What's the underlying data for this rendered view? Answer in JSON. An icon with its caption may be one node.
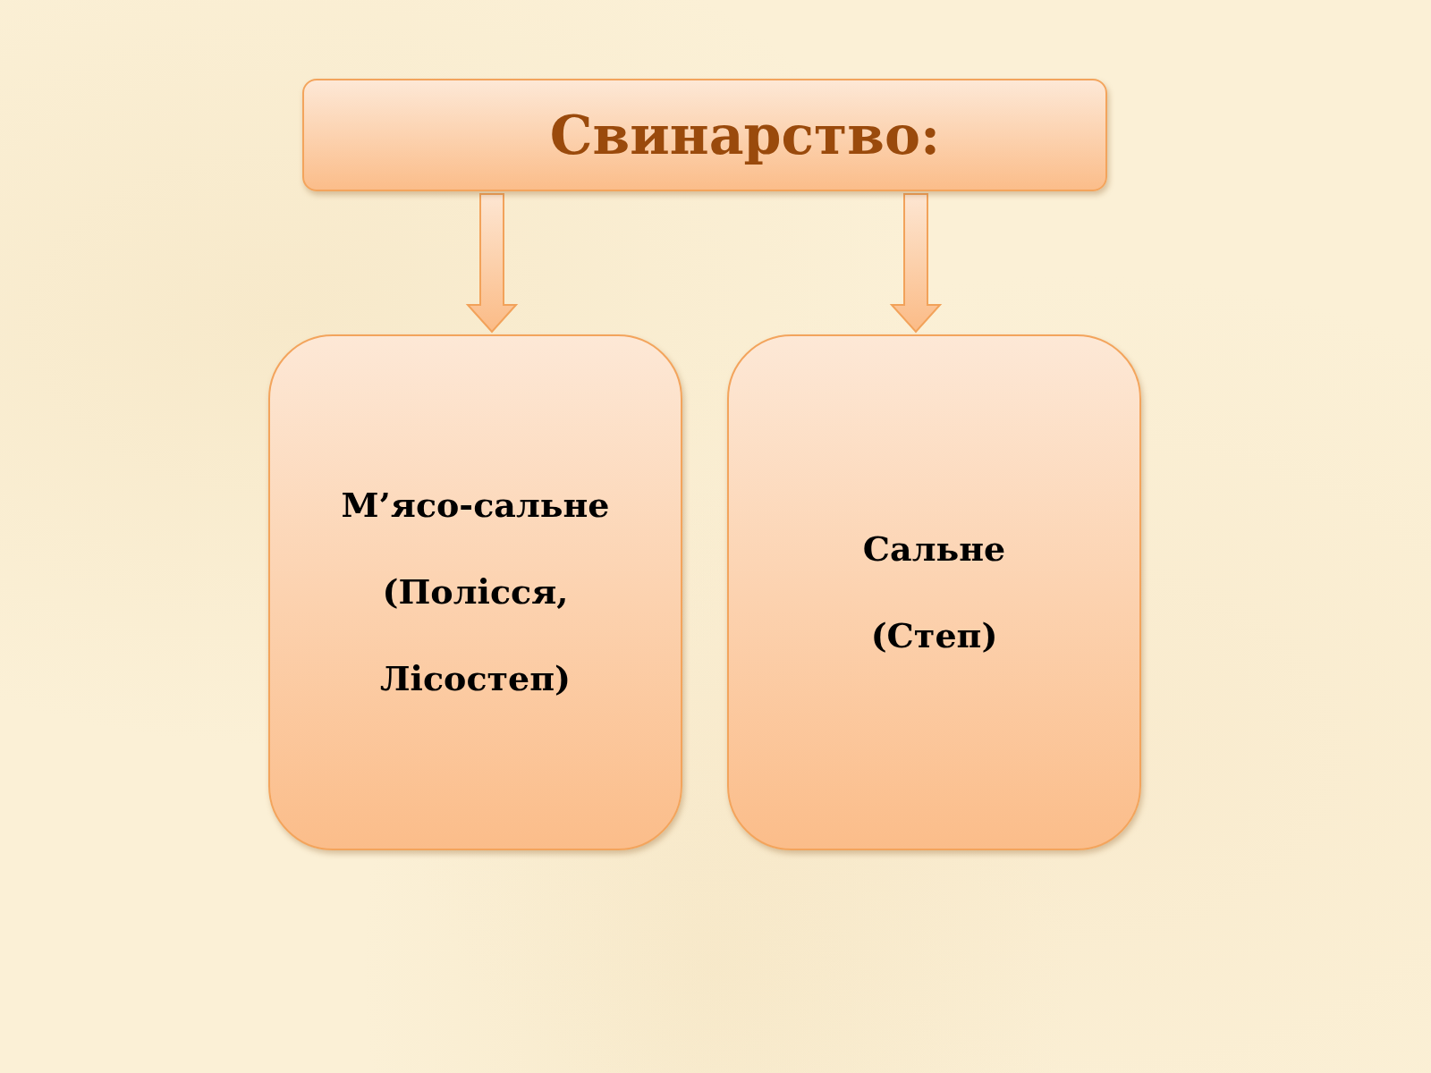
{
  "diagram": {
    "nodes": [
      {
        "text": [
          "Свинарство:"
        ]
      },
      {
        "text": [
          "М’ясо-сальне (Полісся, Лісостеп)"
        ]
      },
      {
        "text": [
          "Сальне (Степ)"
        ]
      }
    ],
    "edges": [
      {
        "from": 0,
        "to": 1,
        "arrow": "to"
      },
      {
        "from": 0,
        "to": 2,
        "arrow": "to"
      }
    ]
  }
}
